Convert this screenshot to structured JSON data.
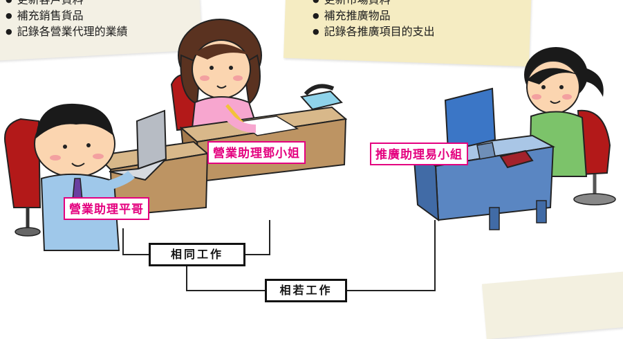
{
  "notes": {
    "left_items": [
      "更新客戶資料",
      "補充銷售貨品",
      "記錄各營業代理的業績"
    ],
    "middle_items": [
      "更新市場資料",
      "補充推廣物品",
      "記錄各推廣項目的支出"
    ]
  },
  "labels": {
    "assistant_left": "營業助理平哥",
    "assistant_middle": "營業助理鄧小姐",
    "assistant_right": "推廣助理易小組"
  },
  "relations": {
    "same_work": "相同工作",
    "similar_work": "相若工作"
  },
  "colors": {
    "label_accent": "#e4007f",
    "connector": "#222222"
  }
}
